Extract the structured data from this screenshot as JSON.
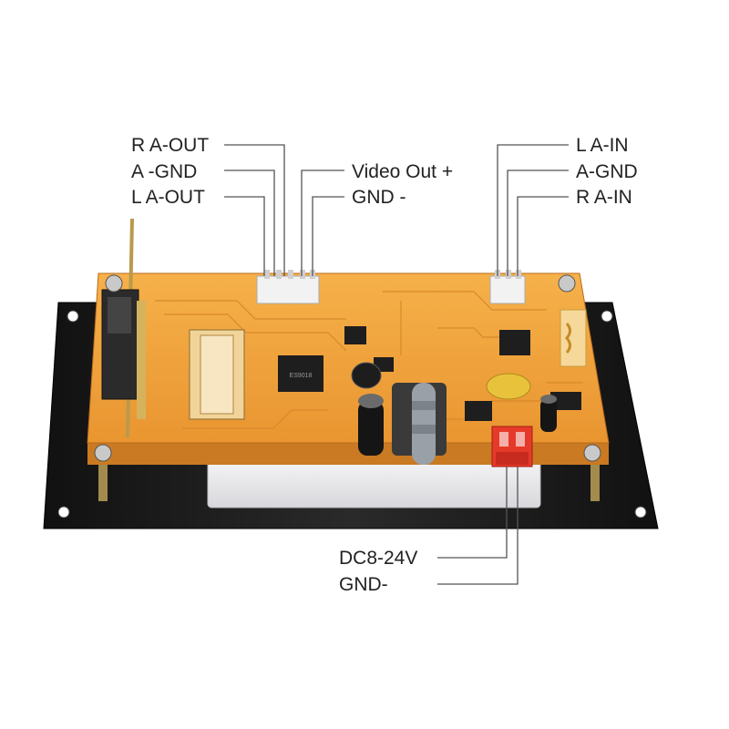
{
  "pin_labels": {
    "left_header": [
      "R A-OUT",
      "A -GND",
      "L A-OUT"
    ],
    "video_header": [
      "Video Out +",
      "GND -"
    ],
    "right_header": [
      "L A-IN",
      "A-GND",
      "R A-IN"
    ],
    "power_connector": [
      "DC8-24V",
      "GND-"
    ]
  },
  "colors": {
    "pcb": "#f2a53a",
    "pcb_dark": "#d9822a",
    "plate": "#1b1b1b",
    "leader_line": "#555555",
    "power_plug": "#e53a2a"
  }
}
